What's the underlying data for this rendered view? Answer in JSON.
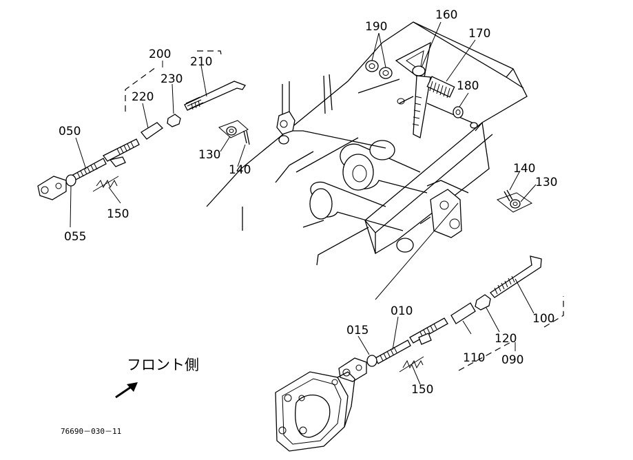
{
  "labels": {
    "p010": "010",
    "p015": "015",
    "p050": "050",
    "p055": "055",
    "p090": "090",
    "p100": "100",
    "p110": "110",
    "p120": "120",
    "p130a": "130",
    "p130b": "130",
    "p140a": "140",
    "p140b": "140",
    "p150a": "150",
    "p150b": "150",
    "p160": "160",
    "p170": "170",
    "p180": "180",
    "p190": "190",
    "p200": "200",
    "p210": "210",
    "p220": "220",
    "p230": "230"
  },
  "front_side_text": "フロント側",
  "drawing_code": "76690－030－11"
}
